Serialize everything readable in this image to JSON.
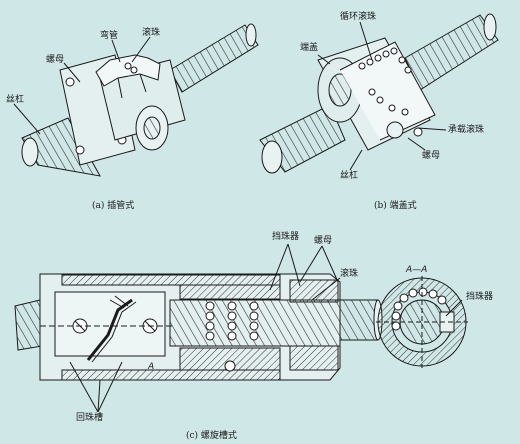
{
  "figure_a": {
    "caption": "(a) 插管式",
    "labels": {
      "elbow_tube": "弯管",
      "ball": "滚珠",
      "nut": "螺母",
      "screw": "丝杠"
    }
  },
  "figure_b": {
    "caption": "(b) 端盖式",
    "labels": {
      "recirc_ball": "循环滚珠",
      "end_cap": "端盖",
      "load_ball": "承载滚珠",
      "screw": "丝杠",
      "nut": "螺母"
    }
  },
  "figure_c": {
    "caption": "(c) 螺旋槽式",
    "labels": {
      "deflector": "挡珠器",
      "nut": "螺母",
      "ball": "滚珠",
      "return_groove": "回珠槽",
      "section_mark": "A",
      "section_title": "A—A",
      "deflector_side": "挡珠器"
    }
  },
  "colors": {
    "background": "#cfe7e7",
    "line": "#1a1a1a",
    "hatch": "#333333"
  }
}
